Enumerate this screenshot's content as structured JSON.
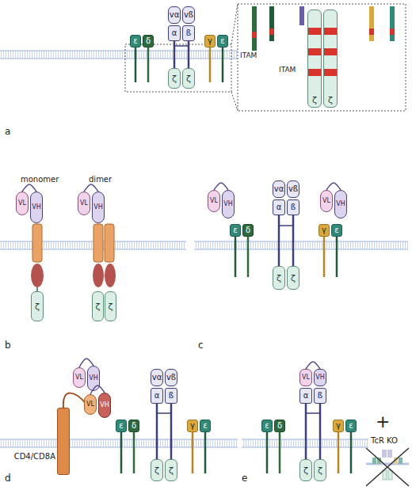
{
  "diagram": {
    "nodes": [
      {
        "text": [
          "vα"
        ]
      },
      {
        "text": [
          "vß"
        ]
      },
      {
        "text": [
          "α"
        ]
      },
      {
        "text": [
          "ß"
        ]
      },
      {
        "text": [
          "ε"
        ]
      },
      {
        "text": [
          "δ"
        ]
      },
      {
        "text": [
          "γ"
        ]
      },
      {
        "text": [
          "ε"
        ]
      },
      {
        "text": [
          "ζ"
        ]
      },
      {
        "text": [
          "ζ"
        ]
      },
      {
        "text": [
          "ζ"
        ]
      },
      {
        "text": [
          "ζ"
        ]
      },
      {
        "text": [
          "VL"
        ]
      },
      {
        "text": [
          "VH"
        ]
      },
      {
        "text": [
          "ζ"
        ]
      },
      {
        "text": [
          "VL"
        ]
      },
      {
        "text": [
          "VH"
        ]
      },
      {
        "text": [
          "ζ"
        ]
      },
      {
        "text": [
          "ζ"
        ]
      },
      {
        "text": [
          "VL"
        ]
      },
      {
        "text": [
          "VH"
        ]
      },
      {
        "text": [
          "vα"
        ]
      },
      {
        "text": [
          "vß"
        ]
      },
      {
        "text": [
          "α"
        ]
      },
      {
        "text": [
          "ß"
        ]
      },
      {
        "text": [
          "VL"
        ]
      },
      {
        "text": [
          "VH"
        ]
      },
      {
        "text": [
          "ε"
        ]
      },
      {
        "text": [
          "δ"
        ]
      },
      {
        "text": [
          "γ"
        ]
      },
      {
        "text": [
          "ε"
        ]
      },
      {
        "text": [
          "ζ"
        ]
      },
      {
        "text": [
          "ζ"
        ]
      },
      {
        "text": [
          "CD4/CD8A"
        ]
      },
      {
        "text": [
          "VL"
        ]
      },
      {
        "text": [
          "VH"
        ]
      },
      {
        "text": [
          "VL"
        ]
      },
      {
        "text": [
          "VH"
        ]
      },
      {
        "text": [
          "vα"
        ]
      },
      {
        "text": [
          "vß"
        ]
      },
      {
        "text": [
          "α"
        ]
      },
      {
        "text": [
          "ß"
        ]
      },
      {
        "text": [
          "ε"
        ]
      },
      {
        "text": [
          "δ"
        ]
      },
      {
        "text": [
          "γ"
        ]
      },
      {
        "text": [
          "ε"
        ]
      },
      {
        "text": [
          "ζ"
        ]
      },
      {
        "text": [
          "ζ"
        ]
      },
      {
        "text": [
          "VL"
        ]
      },
      {
        "text": [
          "VH"
        ]
      },
      {
        "text": [
          "α"
        ]
      },
      {
        "text": [
          "ß"
        ]
      },
      {
        "text": [
          "ε"
        ]
      },
      {
        "text": [
          "δ"
        ]
      },
      {
        "text": [
          "γ"
        ]
      },
      {
        "text": [
          "ε"
        ]
      },
      {
        "text": [
          "ζ"
        ]
      },
      {
        "text": [
          "ζ"
        ]
      }
    ],
    "edges": [
      {
        "from": 12,
        "to": 13,
        "arrow": "none"
      },
      {
        "from": 15,
        "to": 16,
        "arrow": "none"
      },
      {
        "from": 19,
        "to": 20,
        "arrow": "none"
      },
      {
        "from": 25,
        "to": 26,
        "arrow": "none"
      },
      {
        "from": 34,
        "to": 35,
        "arrow": "none"
      },
      {
        "from": 36,
        "to": 37,
        "arrow": "none"
      },
      {
        "from": 48,
        "to": 49,
        "arrow": "none"
      }
    ],
    "labels": [
      "ITAM",
      "ITAM",
      "a",
      "monomer",
      "dimer",
      "b",
      "c",
      "d",
      "+",
      "TcR KO",
      "e"
    ]
  }
}
